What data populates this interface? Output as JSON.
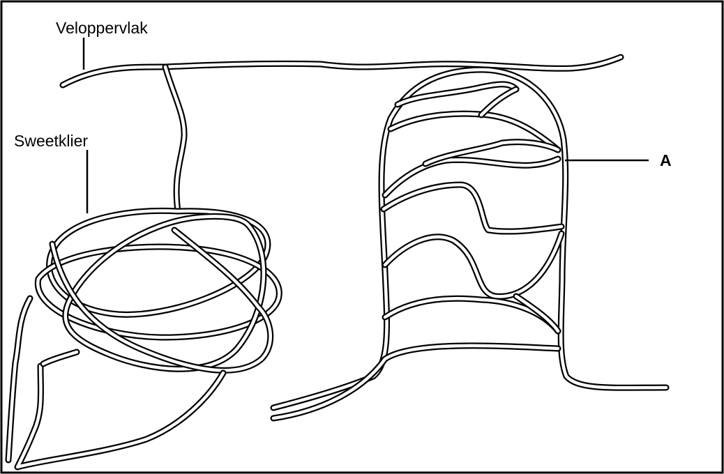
{
  "labels": {
    "skin_surface": "Veloppervlak",
    "sweat_gland": "Sweetklier",
    "structure_a": "A"
  },
  "colors": {
    "line": "#000000",
    "background": "#ffffff"
  }
}
